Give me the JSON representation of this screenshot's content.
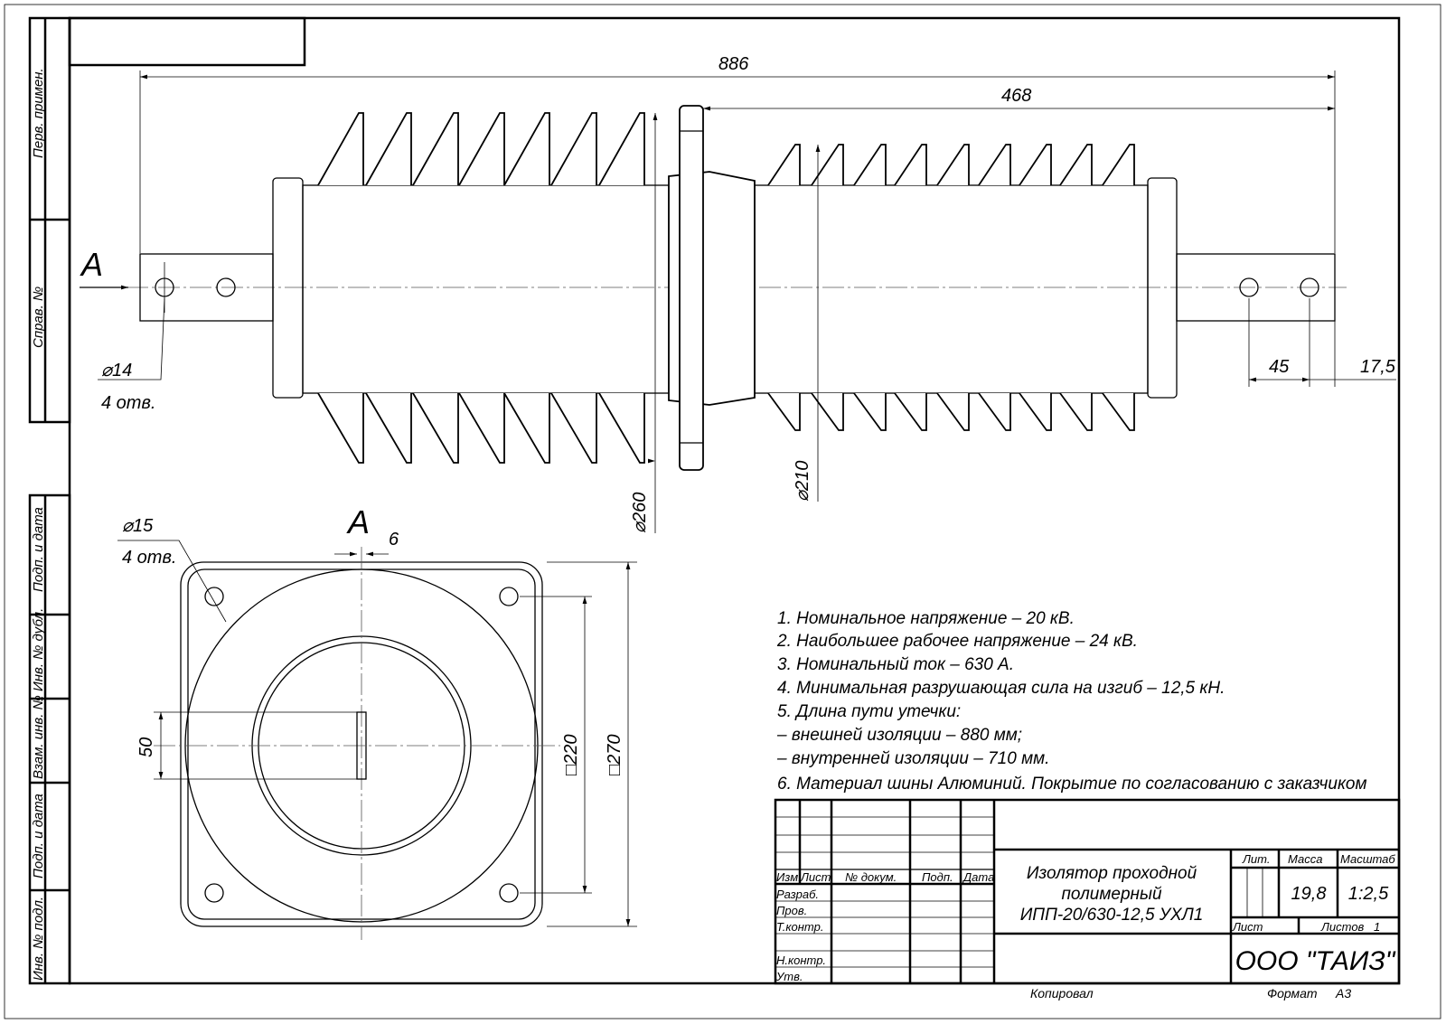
{
  "frame": {
    "side_labels": [
      "Перв. примен.",
      "Справ. №",
      "Подп. и дата",
      "Инв. № дубл.",
      "Взам. инв. №",
      "Подп. и дата",
      "Инв. № подл."
    ]
  },
  "view_labels": {
    "section_a_top": "A",
    "section_a_front": "A"
  },
  "dimensions": {
    "overall_length": "886",
    "right_length": "468",
    "hole_pitch": "45",
    "hole_edge": "17,5",
    "bus_hole_dia": "⌀14",
    "bus_hole_count": "4 отв.",
    "shed_dia_large": "⌀260",
    "shed_dia_small": "⌀210",
    "flange_hole_dia": "⌀15",
    "flange_hole_count": "4 отв.",
    "slot_width": "6",
    "slot_length": "50",
    "hole_square": "□220",
    "flange_square": "□270"
  },
  "notes": [
    "1. Номинальное напряжение – 20 кВ.",
    "2. Наибольшее рабочее напряжение – 24 кВ.",
    "3. Номинальный ток – 630 А.",
    "4. Минимальная разрушающая сила на изгиб – 12,5 кН.",
    "5.  Длина пути утечки:",
    "– внешней изоляции – 880 мм;",
    "– внутренней изоляции – 710 мм.",
    "6. Материал шины Алюминий. Покрытие по согласованию с заказчиком"
  ],
  "title_block": {
    "headers": [
      "Изм.",
      "Лист",
      "№ докум.",
      "Подп.",
      "Дата"
    ],
    "roles": [
      "Разраб.",
      "Пров.",
      "Т.контр.",
      "Н.контр.",
      "Утв."
    ],
    "title_line1": "Изолятор проходной",
    "title_line2": "полимерный",
    "title_line3": "ИПП-20/630-12,5 УХЛ1",
    "lit_label": "Лит.",
    "mass_label": "Масса",
    "scale_label": "Масштаб",
    "mass": "19,8",
    "scale": "1:2,5",
    "sheet_label": "Лист",
    "sheets_label": "Листов",
    "sheets": "1",
    "company": "ООО \"ТАИЗ\"",
    "copied_label": "Копировал",
    "format_label": "Формат",
    "format": "А3"
  }
}
